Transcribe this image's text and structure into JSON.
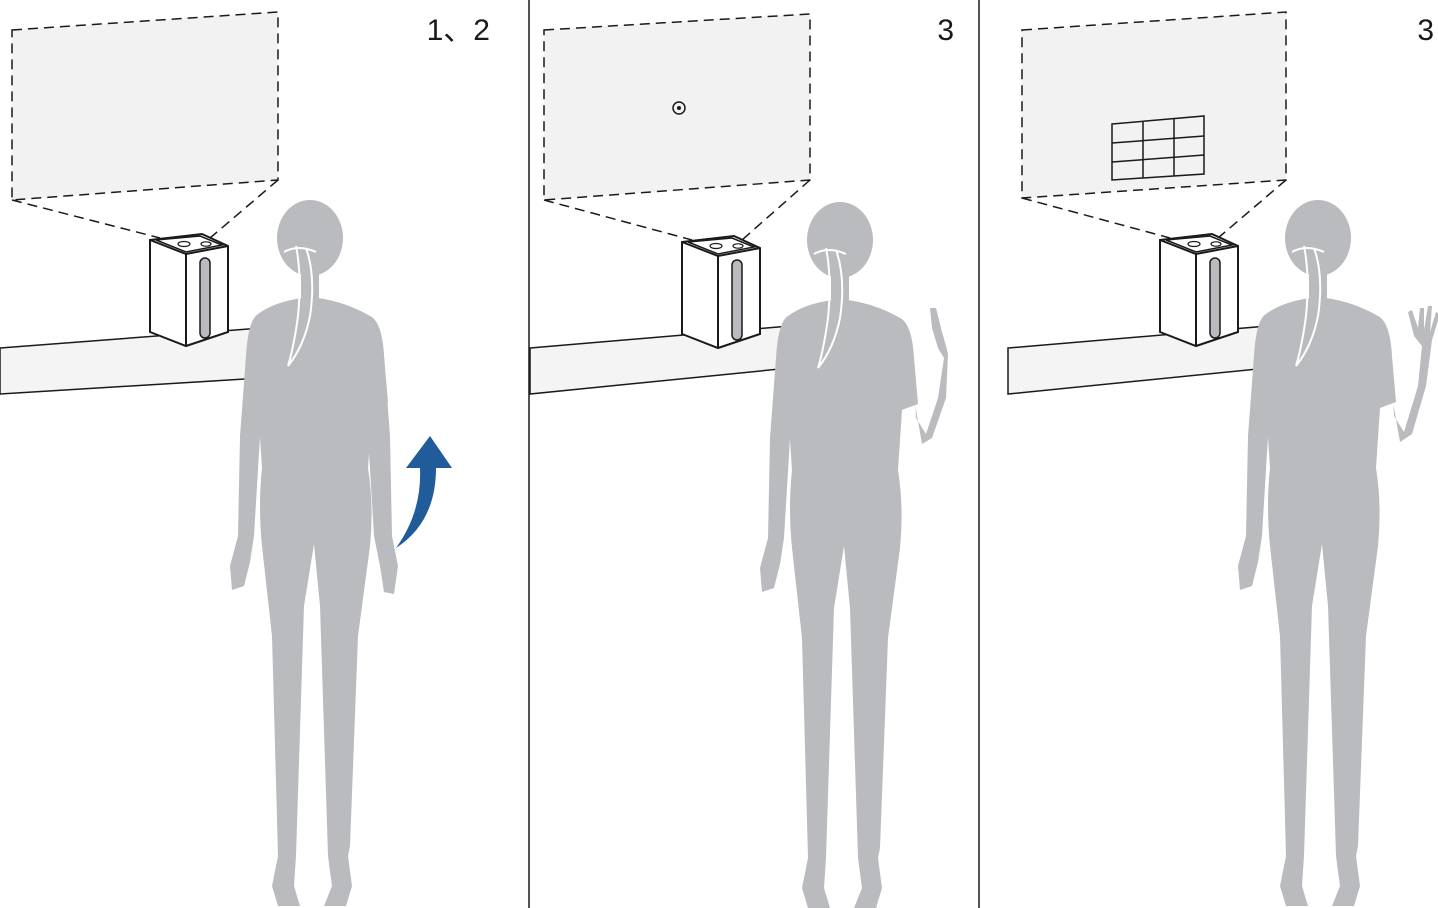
{
  "panels": [
    {
      "step_label": "1、2",
      "screen_content": "blank",
      "gesture": "raise-arm",
      "arrow": true
    },
    {
      "step_label": "3",
      "screen_content": "pointer",
      "gesture": "index-finger",
      "arrow": false
    },
    {
      "step_label": "3",
      "screen_content": "grid",
      "gesture": "open-hand",
      "arrow": false
    }
  ],
  "colors": {
    "silhouette": "#b9bbbe",
    "screen_fill": "#f2f2f2",
    "arrow": "#1f5c99",
    "line": "#1a1a1a",
    "shelf_fill": "#f4f4f4"
  },
  "icons": {
    "projector": "projector-icon",
    "pointer": "target-pointer-icon",
    "grid": "grid-icon",
    "arrow": "raise-arrow-icon"
  }
}
